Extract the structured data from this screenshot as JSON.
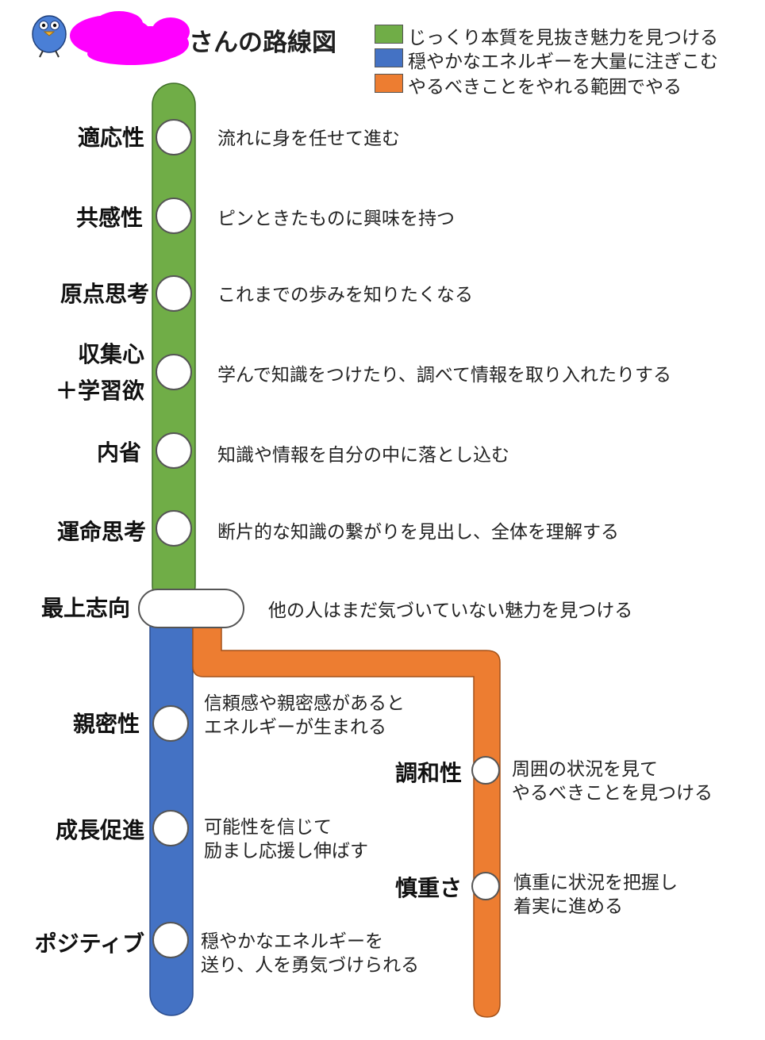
{
  "title": "さんの路線図",
  "colors": {
    "green": "#70AD47",
    "blue": "#4472C4",
    "orange": "#ED7D31",
    "redaction": "#FF00FF",
    "bird": "#4A7FD6"
  },
  "legend": [
    {
      "label": "じっくり本質を見抜き魅力を見つける",
      "color": "#70AD47"
    },
    {
      "label": "穏やかなエネルギーを大量に注ぎこむ",
      "color": "#4472C4"
    },
    {
      "label": "やるべきことをやれる範囲でやる",
      "color": "#ED7D31"
    }
  ],
  "stations": {
    "tekiousei": {
      "name": "適応性",
      "description": "流れに身を任せて進む"
    },
    "kyoukansei": {
      "name": "共感性",
      "description": "ピンときたものに興味を持つ"
    },
    "genten": {
      "name": "原点思考",
      "description": "これまでの歩みを知りたくなる"
    },
    "shuushuu_line1": "収集心",
    "shuushuu_line2": "＋学習欲",
    "shuushuu_desc": "学んで知識をつけたり、調べて情報を取り入れたりする",
    "naisei": {
      "name": "内省",
      "description": "知識や情報を自分の中に落とし込む"
    },
    "unmei": {
      "name": "運命思考",
      "description": "断片的な知識の繋がりを見出し、全体を理解する"
    },
    "saijou": {
      "name": "最上志向",
      "description": "他の人はまだ気づいていない魅力を見つける"
    },
    "shinmitsu": {
      "name": "親密性",
      "description": "信頼感や親密感があると\nエネルギーが生まれる"
    },
    "seichou": {
      "name": "成長促進",
      "description": "可能性を信じて\n励まし応援し伸ばす"
    },
    "positive": {
      "name": "ポジティブ",
      "description": "穏やかなエネルギーを\n送り、人を勇気づけられる"
    },
    "chouwa": {
      "name": "調和性",
      "description": "周囲の状況を見て\nやるべきことを見つける"
    },
    "shinchou": {
      "name": "慎重さ",
      "description": "慎重に状況を把握し\n着実に進める"
    }
  }
}
